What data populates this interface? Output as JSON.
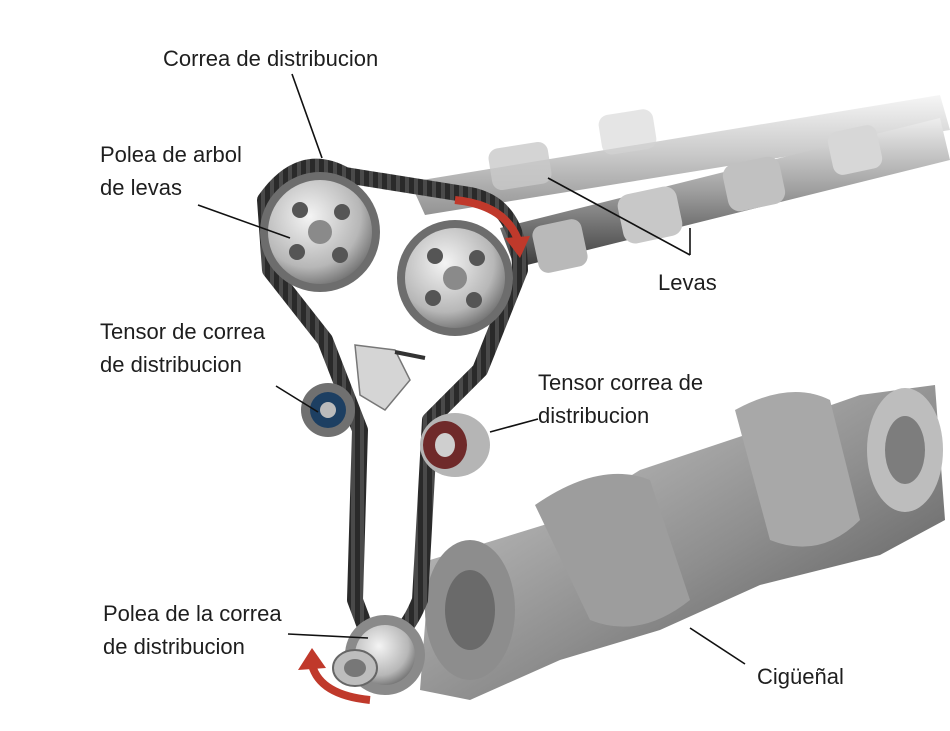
{
  "labels": {
    "timing_belt": "Correa de distribucion",
    "camshaft_pulley": [
      "Polea de arbol",
      "de levas"
    ],
    "cams": "Levas",
    "belt_tensioner_left": [
      "Tensor de correa",
      "de distribucion"
    ],
    "belt_tensioner_right": [
      "Tensor correa de",
      "distribucion"
    ],
    "crank_belt_pulley": [
      "Polea de la correa",
      "de distribucion"
    ],
    "crankshaft": "Cigüeñal"
  },
  "colors": {
    "belt": "#2a2a2a",
    "arrow": "#c0392b",
    "metal_light": "#d9d9d9",
    "metal_mid": "#9a9a9a",
    "metal_dark": "#555555"
  }
}
